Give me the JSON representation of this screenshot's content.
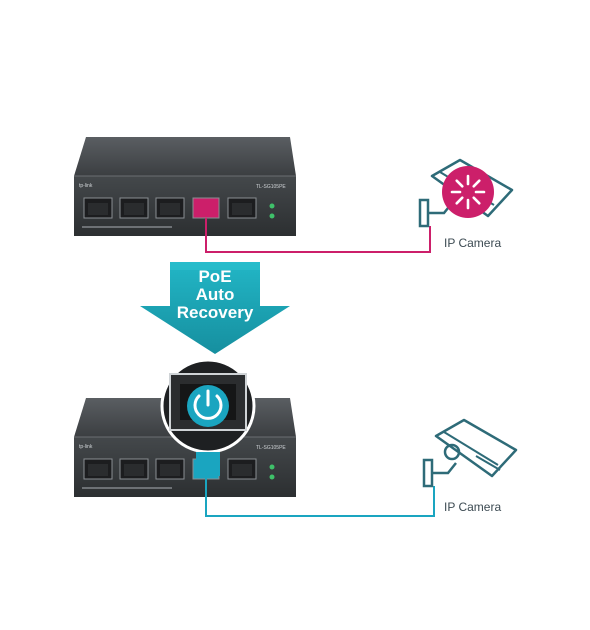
{
  "arrow": {
    "line1": "PoE",
    "line2": "Auto",
    "line3": "Recovery"
  },
  "switch_model": "TL-SG105PE",
  "switch_brand": "tp-link",
  "camera_top_label": "IP Camera",
  "camera_bottom_label": "IP Camera",
  "colors": {
    "fault_accent": "#cc1f6a",
    "recovered_accent": "#1aa5c0",
    "arrow_teal": "#1aa6b7",
    "icon_stroke": "#2e6b78",
    "switch_body": "#3a3d40"
  }
}
